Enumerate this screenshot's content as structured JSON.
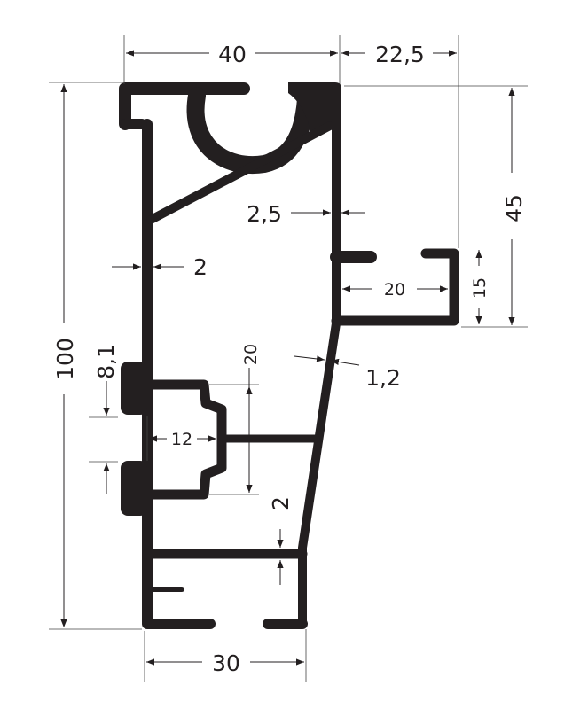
{
  "drawing": {
    "title": "Aluminium profile cross-section",
    "dimensions": {
      "top_width": "40",
      "arm_offset": "22,5",
      "upper_height": "45",
      "right_wall": "2,5",
      "left_wall": "2",
      "arm_width": "20",
      "arm_height": "15",
      "total_height": "100",
      "slot_opening": "8,1",
      "slot_height": "20",
      "slanted_wall": "1,2",
      "slot_width": "12",
      "bottom_rib": "2",
      "bottom_width": "30"
    },
    "colors": {
      "profile": "#231f20",
      "dimension": "#231f20"
    }
  }
}
